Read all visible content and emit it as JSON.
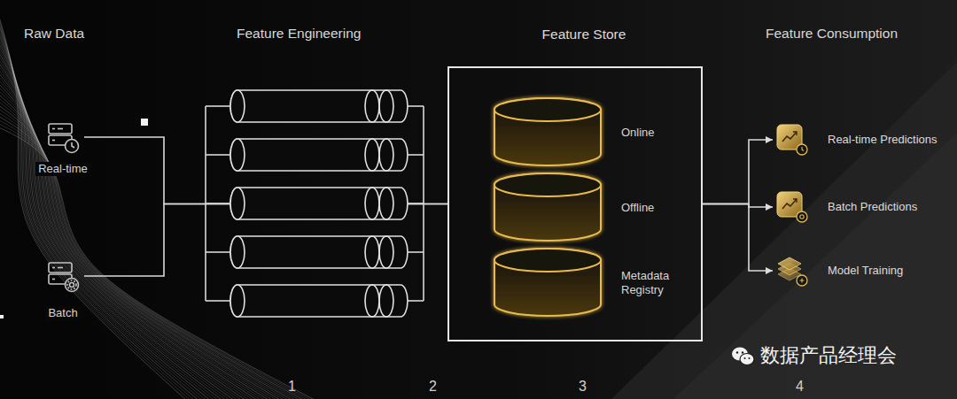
{
  "diagram": {
    "nodes": [
      {
        "text": [
          "Real-time"
        ]
      },
      {
        "text": [
          "Batch"
        ]
      },
      {
        "text": [
          "Feature Store"
        ]
      },
      {
        "text": [
          "Online"
        ],
        "in": 2
      },
      {
        "text": [
          "Offline"
        ],
        "in": 2
      },
      {
        "text": [
          "Metadata Registry"
        ],
        "in": 2
      },
      {
        "text": [
          "Real-time Predictions"
        ]
      },
      {
        "text": [
          "Batch Predictions"
        ]
      },
      {
        "text": [
          "Model Training"
        ]
      }
    ],
    "edges": [
      {
        "from": 0,
        "to": 2,
        "arrow": "none"
      },
      {
        "from": 1,
        "to": 2,
        "arrow": "none"
      },
      {
        "from": 2,
        "to": 6,
        "arrow": "to"
      },
      {
        "from": 2,
        "to": 7,
        "arrow": "to"
      },
      {
        "from": 2,
        "to": 8,
        "arrow": "to"
      }
    ],
    "labels": [
      "Raw Data",
      "Feature Engineering",
      "Feature Consumption",
      "1",
      "2",
      "3",
      "4",
      "数据产品经理会"
    ]
  }
}
